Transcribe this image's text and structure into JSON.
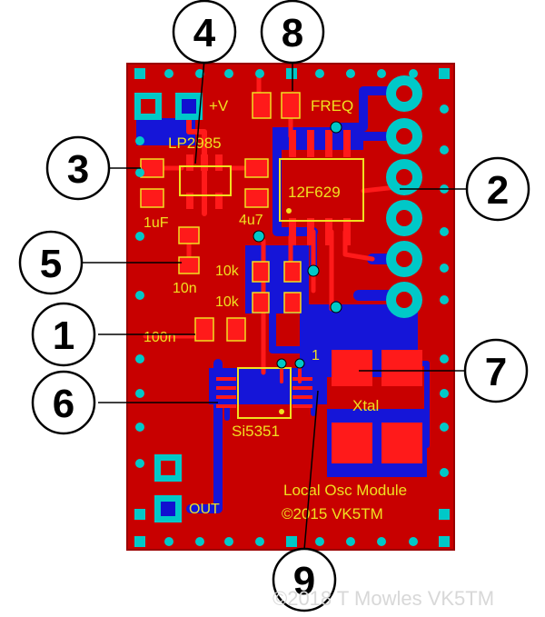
{
  "diagram": {
    "board_labels": {
      "plus_v": "+V",
      "freq": "FREQ",
      "lp2985": "LP2985",
      "pic": "12F629",
      "c1uf": "1uF",
      "c4u7": "4u7",
      "r10k_a": "10k",
      "r10k_b": "10k",
      "c10n": "10n",
      "c100n": "100n",
      "pin1": "1",
      "xtal": "Xtal",
      "si5351": "Si5351",
      "title": "Local Osc Module",
      "copyright": "©2015 VK5TM",
      "out": "OUT"
    },
    "callouts": [
      "1",
      "2",
      "3",
      "4",
      "5",
      "6",
      "7",
      "8",
      "9"
    ],
    "footer_copyright": "©2018 T Mowles VK5TM"
  },
  "colors": {
    "board": "#cc0000",
    "bottom_copper": "#1010d0",
    "silkscreen": "#f0e020",
    "pad": "#ff0000",
    "via": "#00cccc"
  }
}
